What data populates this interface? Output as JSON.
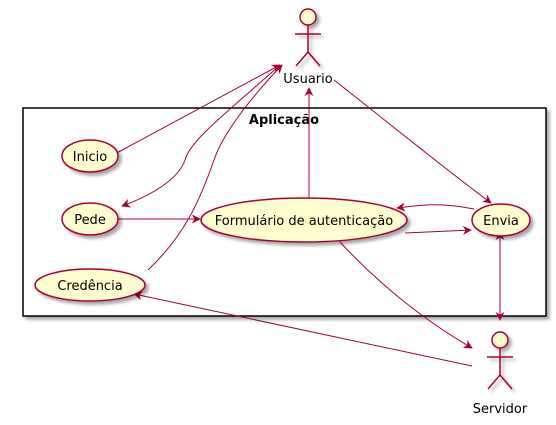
{
  "diagram": {
    "system_title": "Aplicação",
    "actors": {
      "usuario": "Usuario",
      "servidor": "Servidor"
    },
    "use_cases": {
      "inicio": "Inicio",
      "pede": "Pede",
      "credencia": "Credência",
      "formulario": "Formulário de autenticação",
      "envia": "Envia"
    },
    "colors": {
      "usecase_fill": "#FEFECE",
      "border": "#A80036",
      "line": "#A80036",
      "frame": "#000000"
    }
  }
}
